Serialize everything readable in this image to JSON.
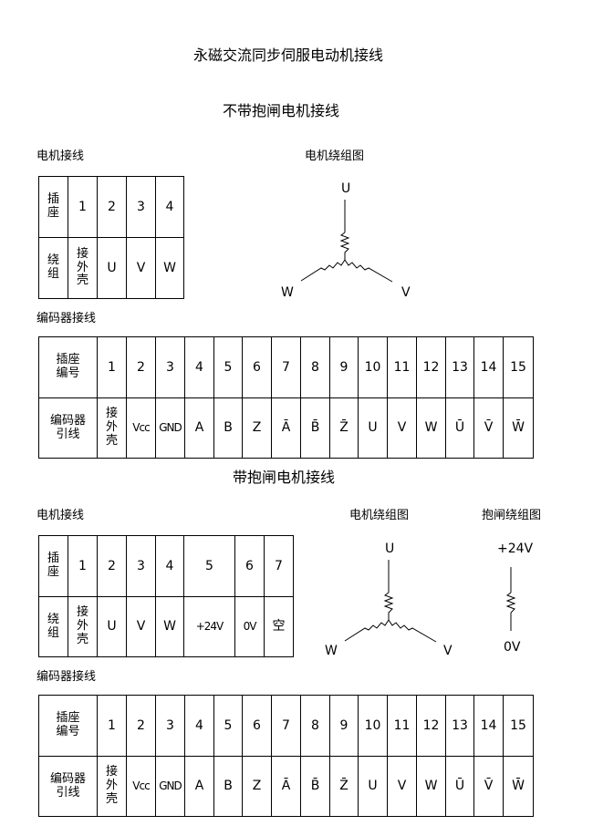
{
  "title": "永磁交流同步伺服电动机接线",
  "section1": {
    "heading": "不带抱闸电机接线",
    "motor_label": "电机接线",
    "winding_label": "电机绕组图",
    "encoder_label": "编码器接线",
    "motor_table": {
      "row1_header": "插座",
      "row1": [
        "1",
        "2",
        "3",
        "4"
      ],
      "row2_header": "绕组",
      "row2": [
        "接外壳",
        "U",
        "V",
        "W"
      ]
    },
    "winding": {
      "top": "U",
      "left": "W",
      "right": "V"
    }
  },
  "section2": {
    "heading": "带抱闸电机接线",
    "motor_label": "电机接线",
    "winding_label": "电机绕组图",
    "brake_label": "抱闸绕组图",
    "encoder_label": "编码器接线",
    "motor_table": {
      "row1_header": "插座",
      "row1": [
        "1",
        "2",
        "3",
        "4",
        "5",
        "6",
        "7"
      ],
      "row2_header": "绕组",
      "row2": [
        "接外壳",
        "U",
        "V",
        "W",
        "+24V",
        "0V",
        "空"
      ]
    },
    "winding": {
      "top": "U",
      "left": "W",
      "right": "V"
    },
    "brake": {
      "top": "+24V",
      "bottom": "0V"
    }
  },
  "encoder_table": {
    "row1_header": "插座编号",
    "row1": [
      "1",
      "2",
      "3",
      "4",
      "5",
      "6",
      "7",
      "8",
      "9",
      "10",
      "11",
      "12",
      "13",
      "14",
      "15"
    ],
    "row2_header": "编码器引线",
    "row2": [
      "接外壳",
      "Vcc",
      "GND",
      "A",
      "B",
      "Z",
      "Ā",
      "B̄",
      "Z̄",
      "U",
      "V",
      "W",
      "Ū",
      "V̄",
      "W̄"
    ]
  }
}
